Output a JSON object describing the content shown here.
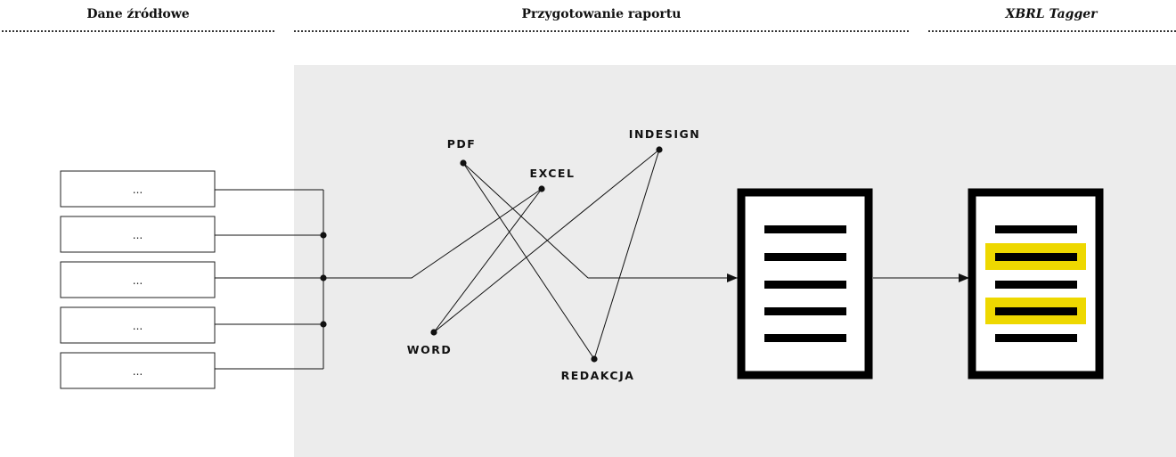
{
  "headers": {
    "source": "Dane źródłowe",
    "preparation": "Przygotowanie raportu",
    "tagger": "XBRL Tagger"
  },
  "source_items": [
    "...",
    "...",
    "...",
    "...",
    "..."
  ],
  "tools": {
    "pdf": "PDF",
    "excel": "EXCEL",
    "indesign": "INDESIGN",
    "word": "WORD",
    "redakcja": "REDAKCJA"
  },
  "colors": {
    "panel": "#ececec",
    "line": "#111111",
    "highlight": "#eed800"
  },
  "icons": {
    "report": "document-icon",
    "tagged_report": "tagged-document-icon"
  }
}
